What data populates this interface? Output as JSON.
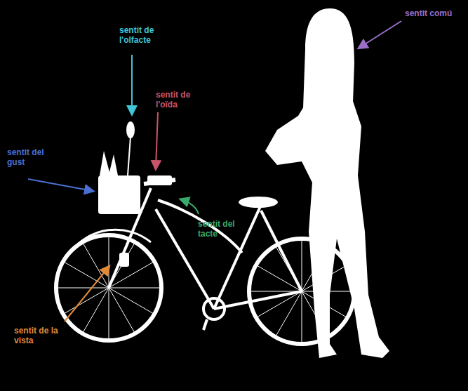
{
  "diagram": {
    "labels": [
      "sentit de l'olfacte",
      "sentit de l'oïda",
      "sentit del gust",
      "sentit del tacte",
      "sentit de la vista",
      "sentit comú"
    ]
  }
}
